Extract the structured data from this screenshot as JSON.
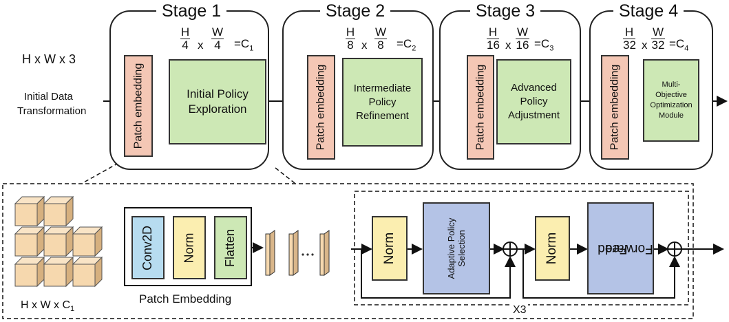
{
  "input": {
    "dims": "H x W x 3",
    "label_line1": "Initial Data",
    "label_line2": "Transformation"
  },
  "stages": [
    {
      "title": "Stage 1",
      "num_h": "H",
      "den_h": "4",
      "num_w": "W",
      "den_w": "4",
      "times": "x",
      "channels": "=C",
      "channel_sub": "1",
      "patch": "Patch embedding",
      "module_lines": [
        "Initial Policy",
        "Exploration"
      ]
    },
    {
      "title": "Stage 2",
      "num_h": "H",
      "den_h": "8",
      "num_w": "W",
      "den_w": "8",
      "times": "x",
      "channels": "=C",
      "channel_sub": "2",
      "patch": "Patch embedding",
      "module_lines": [
        "Intermediate",
        "Policy",
        "Refinement"
      ]
    },
    {
      "title": "Stage 3",
      "num_h": "H",
      "den_h": "16",
      "num_w": "W",
      "den_w": "16",
      "times": "x",
      "channels": "=C",
      "channel_sub": "3",
      "patch": "Patch embedding",
      "module_lines": [
        "Advanced",
        "Policy",
        "Adjustment"
      ]
    },
    {
      "title": "Stage 4",
      "num_h": "H",
      "den_h": "32",
      "num_w": "W",
      "den_w": "32",
      "times": "x",
      "channels": "=C",
      "channel_sub": "4",
      "patch": "Patch embedding",
      "module_lines": [
        "Multi-",
        "Objective",
        "Optimization",
        "Module"
      ]
    }
  ],
  "detail": {
    "cube_label": "H x W x C",
    "cube_label_sub": "1",
    "patch_embedding": {
      "title": "Patch Embedding",
      "conv": "Conv2D",
      "norm": "Norm",
      "flatten": "Flatten"
    },
    "block": {
      "norm1": "Norm",
      "adaptive": "Adaptive Policy Selection",
      "norm2": "Norm",
      "ff_line1": "Feed",
      "ff_line2": "Forward",
      "repeat": "X3"
    }
  },
  "colors": {
    "patch": "#f4c7b5",
    "module": "#cde8b5",
    "norm": "#fbeeb0",
    "conv": "#b7dcf0",
    "flatten": "#cde8b5",
    "selection": "#b4c3e6",
    "cube": "#f6d8ae"
  }
}
